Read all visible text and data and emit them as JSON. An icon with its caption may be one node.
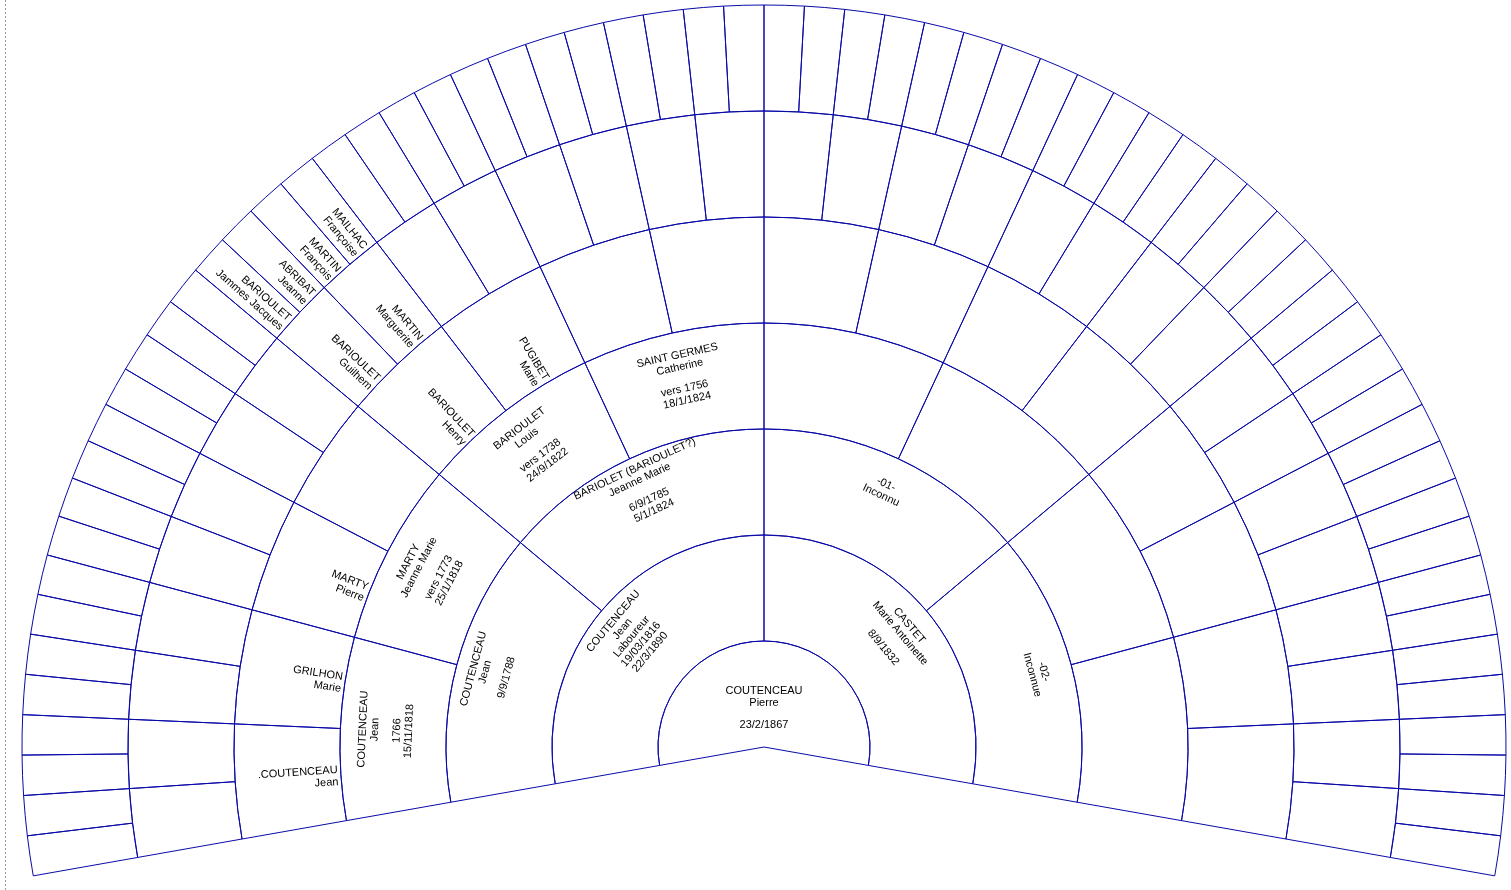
{
  "diagram": {
    "nodes": [
      {
        "text": [
          "COUTENCEAU",
          "Pierre",
          "23/2/1867"
        ]
      },
      {
        "text": [
          "COUTENCEAU",
          "Jean",
          "Laboureur",
          "19/03/1816",
          "22/3/1890"
        ]
      },
      {
        "text": [
          "CASTET",
          "Marie Antoinette",
          "8/9/1832"
        ]
      },
      {
        "text": [
          "COUTENCEAU",
          "Jean",
          "9/9/1788"
        ]
      },
      {
        "text": [
          "BARIOLET (BARIOULET?)",
          "Jeanne Marie",
          "6/9/1785",
          "5/1/1824"
        ]
      },
      {
        "text": [
          "-01-",
          "Inconnu"
        ]
      },
      {
        "text": [
          "-02-",
          "Inconnue"
        ]
      },
      {
        "text": [
          "COUTENCEAU",
          "Jean",
          "1766",
          "15/11/1818"
        ]
      },
      {
        "text": [
          "MARTY",
          "Jeanne Marie",
          "vers 1773",
          "25/1/1818"
        ]
      },
      {
        "text": [
          "BARIOULET",
          "Louis",
          "vers 1738",
          "24/9/1822"
        ]
      },
      {
        "text": [
          "SAINT GERMES",
          "Catherine",
          "vers 1756",
          "18/1/1824"
        ]
      },
      {
        "text": [],
        "shape": "sector"
      },
      {
        "text": [],
        "shape": "sector"
      },
      {
        "text": [],
        "shape": "sector"
      },
      {
        "text": [],
        "shape": "sector"
      },
      {
        "text": [
          ".COUTENCEAU",
          "Jean"
        ]
      },
      {
        "text": [
          "GRILHON",
          "Marie"
        ]
      },
      {
        "text": [
          "MARTY",
          "Pierre"
        ]
      },
      {
        "text": [],
        "shape": "sector"
      },
      {
        "text": [
          "BARIOULET",
          "Henry"
        ]
      },
      {
        "text": [
          "PUGIBET",
          "Marie"
        ]
      },
      {
        "text": [],
        "shape": "sector"
      },
      {
        "text": [],
        "shape": "sector"
      },
      {
        "text": [],
        "shape": "sector"
      },
      {
        "text": [],
        "shape": "sector"
      },
      {
        "text": [],
        "shape": "sector"
      },
      {
        "text": [],
        "shape": "sector"
      },
      {
        "text": [],
        "shape": "sector"
      },
      {
        "text": [],
        "shape": "sector"
      },
      {
        "text": [],
        "shape": "sector"
      },
      {
        "text": [],
        "shape": "sector"
      },
      {
        "text": [],
        "shape": "sector"
      },
      {
        "text": [],
        "shape": "sector"
      },
      {
        "text": [],
        "shape": "sector"
      },
      {
        "text": [],
        "shape": "sector"
      },
      {
        "text": [],
        "shape": "sector"
      },
      {
        "text": [],
        "shape": "sector"
      },
      {
        "text": [],
        "shape": "sector"
      },
      {
        "text": [],
        "shape": "sector"
      },
      {
        "text": [
          "BARIOULET",
          "Guilhem"
        ]
      },
      {
        "text": [
          "MARTIN",
          "Marguerite"
        ]
      },
      {
        "text": [],
        "shape": "sector"
      },
      {
        "text": [],
        "shape": "sector"
      },
      {
        "text": [],
        "shape": "sector"
      },
      {
        "text": [],
        "shape": "sector"
      },
      {
        "text": [],
        "shape": "sector"
      },
      {
        "text": [],
        "shape": "sector"
      },
      {
        "text": [],
        "shape": "sector"
      },
      {
        "text": [],
        "shape": "sector"
      },
      {
        "text": [],
        "shape": "sector"
      },
      {
        "text": [],
        "shape": "sector"
      },
      {
        "text": [],
        "shape": "sector"
      },
      {
        "text": [],
        "shape": "sector"
      },
      {
        "text": [],
        "shape": "sector"
      },
      {
        "text": [],
        "shape": "sector"
      },
      {
        "text": [],
        "shape": "sector"
      },
      {
        "text": [],
        "shape": "sector"
      },
      {
        "text": [],
        "shape": "sector"
      },
      {
        "text": [],
        "shape": "sector"
      },
      {
        "text": [],
        "shape": "sector"
      },
      {
        "text": [],
        "shape": "sector"
      },
      {
        "text": [],
        "shape": "sector"
      },
      {
        "text": [],
        "shape": "sector"
      },
      {
        "text": [],
        "shape": "sector"
      },
      {
        "text": [],
        "shape": "sector"
      },
      {
        "text": [],
        "shape": "sector"
      },
      {
        "text": [],
        "shape": "sector"
      },
      {
        "text": [],
        "shape": "sector"
      },
      {
        "text": [],
        "shape": "sector"
      },
      {
        "text": [],
        "shape": "sector"
      },
      {
        "text": [],
        "shape": "sector"
      },
      {
        "text": [],
        "shape": "sector"
      },
      {
        "text": [],
        "shape": "sector"
      },
      {
        "text": [],
        "shape": "sector"
      },
      {
        "text": [],
        "shape": "sector"
      },
      {
        "text": [],
        "shape": "sector"
      },
      {
        "text": [],
        "shape": "sector"
      },
      {
        "text": [],
        "shape": "sector"
      },
      {
        "text": [],
        "shape": "sector"
      },
      {
        "text": [
          "BARIOULET",
          "Jammes Jacques"
        ]
      },
      {
        "text": [
          "ABRIBAT",
          "Jeanne"
        ]
      },
      {
        "text": [
          "MARTIN",
          "François"
        ]
      },
      {
        "text": [
          "MAILHAC",
          "Françoise"
        ]
      },
      {
        "text": [],
        "shape": "sector"
      },
      {
        "text": [],
        "shape": "sector"
      },
      {
        "text": [],
        "shape": "sector"
      },
      {
        "text": [],
        "shape": "sector"
      },
      {
        "text": [],
        "shape": "sector"
      },
      {
        "text": [],
        "shape": "sector"
      },
      {
        "text": [],
        "shape": "sector"
      },
      {
        "text": [],
        "shape": "sector"
      },
      {
        "text": [],
        "shape": "sector"
      },
      {
        "text": [],
        "shape": "sector"
      },
      {
        "text": [],
        "shape": "sector"
      },
      {
        "text": [],
        "shape": "sector"
      },
      {
        "text": [],
        "shape": "sector"
      },
      {
        "text": [],
        "shape": "sector"
      },
      {
        "text": [],
        "shape": "sector"
      },
      {
        "text": [],
        "shape": "sector"
      },
      {
        "text": [],
        "shape": "sector"
      },
      {
        "text": [],
        "shape": "sector"
      },
      {
        "text": [],
        "shape": "sector"
      },
      {
        "text": [],
        "shape": "sector"
      },
      {
        "text": [],
        "shape": "sector"
      },
      {
        "text": [],
        "shape": "sector"
      },
      {
        "text": [],
        "shape": "sector"
      },
      {
        "text": [],
        "shape": "sector"
      },
      {
        "text": [],
        "shape": "sector"
      },
      {
        "text": [],
        "shape": "sector"
      },
      {
        "text": [],
        "shape": "sector"
      },
      {
        "text": [],
        "shape": "sector"
      },
      {
        "text": [],
        "shape": "sector"
      },
      {
        "text": [],
        "shape": "sector"
      },
      {
        "text": [],
        "shape": "sector"
      },
      {
        "text": [],
        "shape": "sector"
      },
      {
        "text": [],
        "shape": "sector"
      },
      {
        "text": [],
        "shape": "sector"
      },
      {
        "text": [],
        "shape": "sector"
      },
      {
        "text": [],
        "shape": "sector"
      },
      {
        "text": [],
        "shape": "sector"
      },
      {
        "text": [],
        "shape": "sector"
      },
      {
        "text": [],
        "shape": "sector"
      },
      {
        "text": [],
        "shape": "sector"
      },
      {
        "text": [],
        "shape": "sector"
      },
      {
        "text": [],
        "shape": "sector"
      },
      {
        "text": [],
        "shape": "sector"
      },
      {
        "text": [],
        "shape": "sector"
      }
    ]
  }
}
